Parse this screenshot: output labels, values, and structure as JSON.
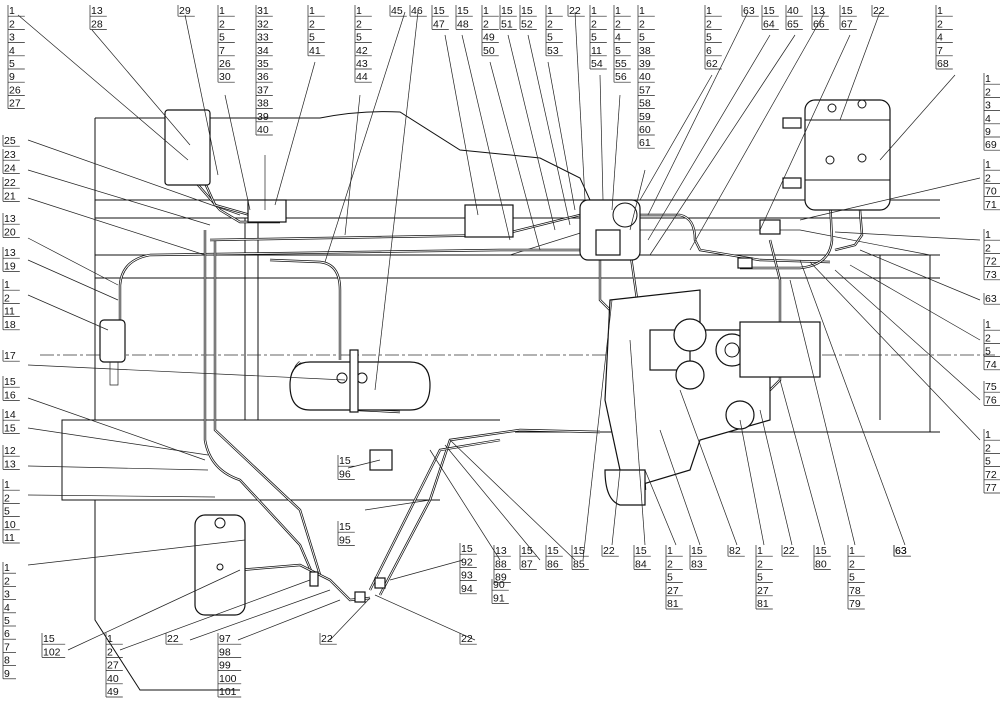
{
  "callouts": {
    "top_left_stack": [
      "1",
      "2",
      "3",
      "4",
      "5",
      "9",
      "26",
      "27"
    ],
    "c13_28": [
      "13",
      "28"
    ],
    "c29": [
      "29"
    ],
    "c1_2_5_7_26_30": [
      "1",
      "2",
      "5",
      "7",
      "26",
      "30"
    ],
    "c31_40": [
      "31",
      "32",
      "33",
      "34",
      "35",
      "36",
      "37",
      "38",
      "39",
      "40"
    ],
    "c1_2_5_41": [
      "1",
      "2",
      "5",
      "41"
    ],
    "c1_2_5_42_43_44": [
      "1",
      "2",
      "5",
      "42",
      "43",
      "44"
    ],
    "c45": [
      "45"
    ],
    "c46": [
      "46"
    ],
    "c15_47": [
      "15",
      "47"
    ],
    "c15_48": [
      "15",
      "48"
    ],
    "c1_2_49_50": [
      "1",
      "2",
      "49",
      "50"
    ],
    "c15_51": [
      "15",
      "51"
    ],
    "c15_52": [
      "15",
      "52"
    ],
    "c1_2_5_53": [
      "1",
      "2",
      "5",
      "53"
    ],
    "c22_top": [
      "22"
    ],
    "c1_2_5_11_54": [
      "1",
      "2",
      "5",
      "11",
      "54"
    ],
    "c1_2_4_5_55_56": [
      "1",
      "2",
      "4",
      "5",
      "55",
      "56"
    ],
    "c1_2_5_38_61": [
      "1",
      "2",
      "5",
      "38",
      "39",
      "40",
      "57",
      "58",
      "59",
      "60",
      "61"
    ],
    "c1_2_5_6_62": [
      "1",
      "2",
      "5",
      "6",
      "62"
    ],
    "c63_top": [
      "63"
    ],
    "c15_64": [
      "15",
      "64"
    ],
    "c40_65": [
      "40",
      "65"
    ],
    "c13_66": [
      "13",
      "66"
    ],
    "c15_67": [
      "15",
      "67"
    ],
    "c22_top2": [
      "22"
    ],
    "c1_2_4_7_68": [
      "1",
      "2",
      "4",
      "7",
      "68"
    ],
    "c1_2_3_4_9_69": [
      "1",
      "2",
      "3",
      "4",
      "9",
      "69"
    ],
    "c1_2_70_71": [
      "1",
      "2",
      "70",
      "71"
    ],
    "c1_2_72_73": [
      "1",
      "2",
      "72",
      "73"
    ],
    "c63_r": [
      "63"
    ],
    "c1_2_5_74": [
      "1",
      "2",
      "5",
      "74"
    ],
    "c75_76": [
      "75",
      "76"
    ],
    "c1_2_5_72_77": [
      "1",
      "2",
      "5",
      "72",
      "77"
    ],
    "c63_bottom": [
      "63"
    ],
    "c25": [
      "25"
    ],
    "c23_24": [
      "23",
      "24"
    ],
    "c22_21": [
      "22",
      "21"
    ],
    "c13_20": [
      "13",
      "20"
    ],
    "c13_19": [
      "13",
      "19"
    ],
    "c1_2_11_18": [
      "1",
      "2",
      "11",
      "18"
    ],
    "c17": [
      "17"
    ],
    "c15_16": [
      "15",
      "16"
    ],
    "c14_15": [
      "14",
      "15"
    ],
    "c12_13": [
      "12",
      "13"
    ],
    "c1_2_5_10_11": [
      "1",
      "2",
      "5",
      "10",
      "11"
    ],
    "c1_9": [
      "1",
      "2",
      "3",
      "4",
      "5",
      "6",
      "7",
      "8",
      "9"
    ],
    "c15_102": [
      "15",
      "102"
    ],
    "c1_2_27_40_49": [
      "1",
      "2",
      "27",
      "40",
      "49"
    ],
    "c22_b1": [
      "22"
    ],
    "c97_101": [
      "97",
      "98",
      "99",
      "100",
      "101"
    ],
    "c22_b2": [
      "22"
    ],
    "c22_b3": [
      "22"
    ],
    "c15_92_94": [
      "15",
      "92",
      "93",
      "94"
    ],
    "c90_91": [
      "90",
      "91"
    ],
    "c15_96": [
      "15",
      "96"
    ],
    "c15_95": [
      "15",
      "95"
    ],
    "c13_88_89": [
      "13",
      "88",
      "89"
    ],
    "c15_87": [
      "15",
      "87"
    ],
    "c15_86": [
      "15",
      "86"
    ],
    "c15_85": [
      "15",
      "85"
    ],
    "c22_m": [
      "22"
    ],
    "c15_84": [
      "15",
      "84"
    ],
    "c1_2_5_27_81a": [
      "1",
      "2",
      "5",
      "27",
      "81"
    ],
    "c15_83": [
      "15",
      "83"
    ],
    "c82": [
      "82"
    ],
    "c1_2_5_27_81b": [
      "1",
      "2",
      "5",
      "27",
      "81"
    ],
    "c22_m2": [
      "22"
    ],
    "c15_80": [
      "15",
      "80"
    ],
    "c1_2_5_78_79": [
      "1",
      "2",
      "5",
      "78",
      "79"
    ],
    "c63_bm": [
      "63"
    ]
  }
}
